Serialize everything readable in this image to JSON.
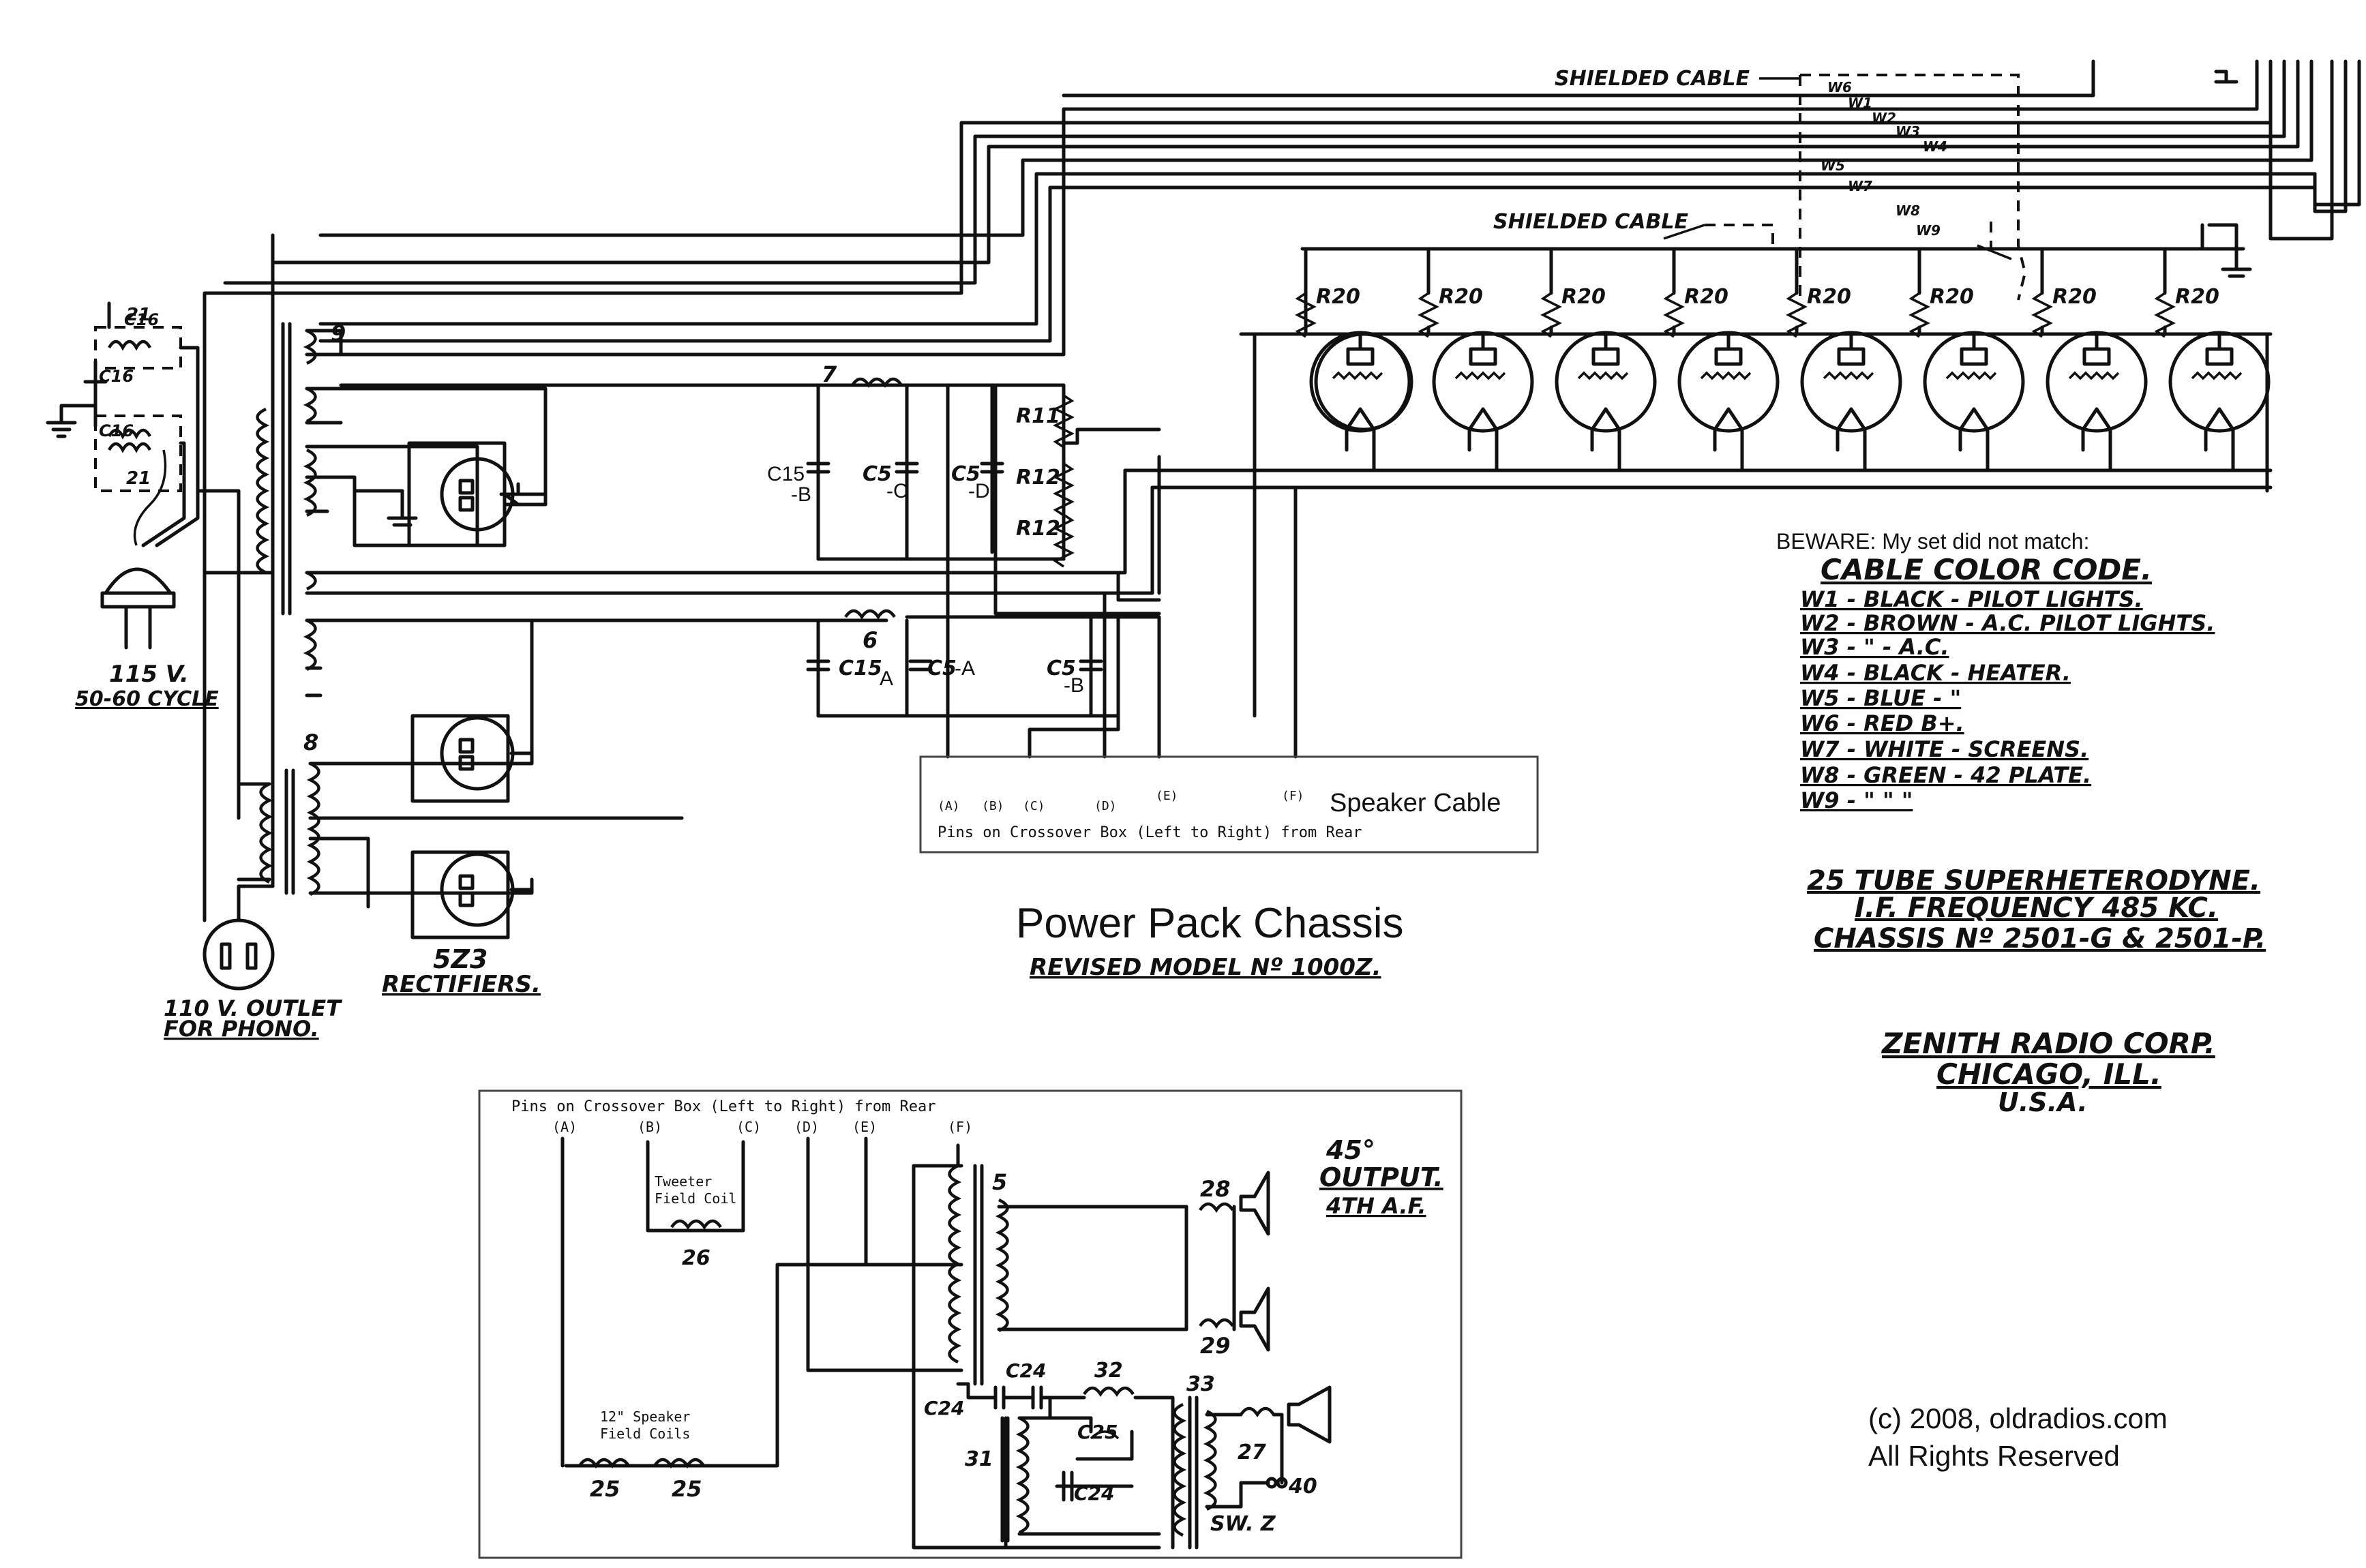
{
  "labels": {
    "shielded_cable_1": "SHIELDED CABLE",
    "shielded_cable_2": "SHIELDED CABLE",
    "w1": "W1",
    "w2": "W2",
    "w3": "W3",
    "w4": "W4",
    "w5": "W5",
    "w6": "W6",
    "w7": "W7",
    "w8": "W8",
    "w9": "W9",
    "r20": "R20",
    "r11": "R11",
    "r12a": "R12",
    "r12b": "R12",
    "c15b": "C15",
    "c15b_suffix": "-B",
    "c5c": "C5",
    "c5c_suffix": "-C",
    "c5d": "C5",
    "c5d_suffix": "-D",
    "c15a": "C15",
    "c15a_suffix": "A",
    "c5a": "C5",
    "c5a_suffix": "-A",
    "c5b": "C5",
    "c5b_suffix": "-B",
    "choke7": "7",
    "choke6": "6",
    "trans9": "9",
    "trans8": "8",
    "c16a": "C16",
    "c16b": "C16",
    "n21a": "21",
    "n21b": "21",
    "voltage": "115 V.",
    "cycle": "50-60 CYCLE",
    "outlet1": "110 V. OUTLET",
    "outlet2": "FOR PHONO.",
    "rect1": "5Z3",
    "rect2": "RECTIFIERS.",
    "pin_a": "(A)",
    "pin_b": "(B)",
    "pin_c": "(C)",
    "pin_d": "(D)",
    "pin_e": "(E)",
    "pin_f": "(F)",
    "speaker_cable": "Speaker Cable",
    "pins_caption": "Pins on Crossover Box (Left to Right) from Rear",
    "power_pack_title": "Power Pack Chassis",
    "revised_model": "REVISED MODEL Nº 1000Z.",
    "beware": "BEWARE: My set did not match:",
    "cable_code_title": "CABLE COLOR CODE.",
    "code_w1": "W1 - BLACK - PILOT LIGHTS.",
    "code_w2": "W2 - BROWN - A.C. PILOT LIGHTS.",
    "code_w3": "W3 -     \"      - A.C.",
    "code_w4": "W4 - BLACK - HEATER.",
    "code_w5": "W5 - BLUE -      \"",
    "code_w6": "W6 - RED B+.",
    "code_w7": "W7 - WHITE - SCREENS.",
    "code_w8": "W8 - GREEN - 42 PLATE.",
    "code_w9": "W9 -      \"        \"       \"",
    "model1": "25 TUBE SUPERHETERODYNE.",
    "model2": "I.F. FREQUENCY 485 KC.",
    "model3": "CHASSIS Nº 2501-G & 2501-P.",
    "maker1": "ZENITH RADIO CORP.",
    "maker2": "CHICAGO, ILL.",
    "maker3": "U.S.A.",
    "tweeter1": "Tweeter",
    "tweeter2": "Field Coil",
    "n26": "26",
    "speaker12_1": "12\" Speaker",
    "speaker12_2": "Field Coils",
    "n25a": "25",
    "n25b": "25",
    "n5": "5",
    "n28": "28",
    "n29": "29",
    "out1": "45°",
    "out2": "OUTPUT.",
    "out3": "4TH A.F.",
    "c24a": "C24",
    "c24b": "C24",
    "c24c": "C24",
    "c25": "C25",
    "n31": "31",
    "n32": "32",
    "n33": "33",
    "n27": "27",
    "n40": "40",
    "swz": "SW. Z",
    "copyright1": "(c) 2008, oldradios.com",
    "copyright2": "All Rights Reserved"
  }
}
